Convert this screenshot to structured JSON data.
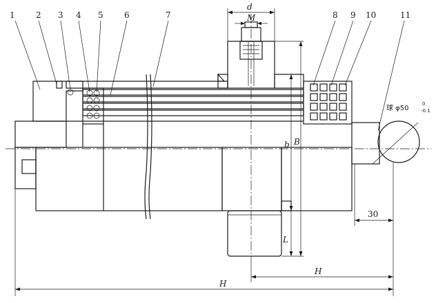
{
  "callouts": {
    "c1": "1",
    "c2": "2",
    "c3": "3",
    "c4": "4",
    "c5": "5",
    "c6": "6",
    "c7": "7",
    "c8": "8",
    "c9": "9",
    "c10": "10",
    "c11": "11"
  },
  "dimensions": {
    "d": "d",
    "M": "M",
    "b": "b",
    "B": "B",
    "L": "L",
    "H_inner": "H",
    "H_outer": "H",
    "thirty": "30",
    "ball_prefix": "球 φ50",
    "ball_upper_tol": "0",
    "ball_lower_tol": "-0.1"
  }
}
